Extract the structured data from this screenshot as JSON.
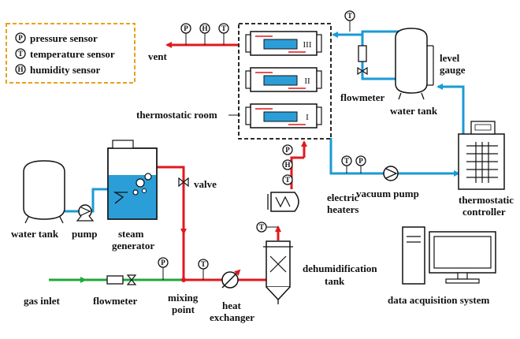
{
  "legend": {
    "pressure": {
      "symbol": "P",
      "text": "pressure sensor"
    },
    "temperature": {
      "symbol": "T",
      "text": "temperature sensor"
    },
    "humidity": {
      "symbol": "H",
      "text": "humidity sensor"
    }
  },
  "labels": {
    "vent": "vent",
    "thermostatic_room": "thermostatic room",
    "flowmeter_top": "flowmeter",
    "water_tank_right": "water tank",
    "level_gauge_1": "level",
    "level_gauge_2": "gauge",
    "valve": "valve",
    "water_tank_left": "water tank",
    "pump": "pump",
    "steam_generator_1": "steam",
    "steam_generator_2": "generator",
    "vacuum_pump": "vacuum pump",
    "thermostatic_controller_1": "thermostatic",
    "thermostatic_controller_2": "controller",
    "electric_heaters_1": "electric",
    "electric_heaters_2": "heaters",
    "dehumidification_1": "dehumidification",
    "dehumidification_2": "tank",
    "gas_inlet": "gas inlet",
    "flowmeter_bottom": "flowmeter",
    "mixing_point_1": "mixing",
    "mixing_point_2": "point",
    "heat_exchanger_1": "heat",
    "heat_exchanger_2": "exchanger",
    "data_acquisition": "data acquisition system"
  },
  "chambers": [
    "III",
    "II",
    "I"
  ],
  "sensor_symbols": {
    "P": "P",
    "T": "T",
    "H": "H"
  },
  "colors": {
    "water": "#1a9ad6",
    "steam": "#e0191f",
    "gas": "#1fa83a",
    "legend_border": "#e8a21a",
    "tank_fill": "#2b9ed8"
  }
}
